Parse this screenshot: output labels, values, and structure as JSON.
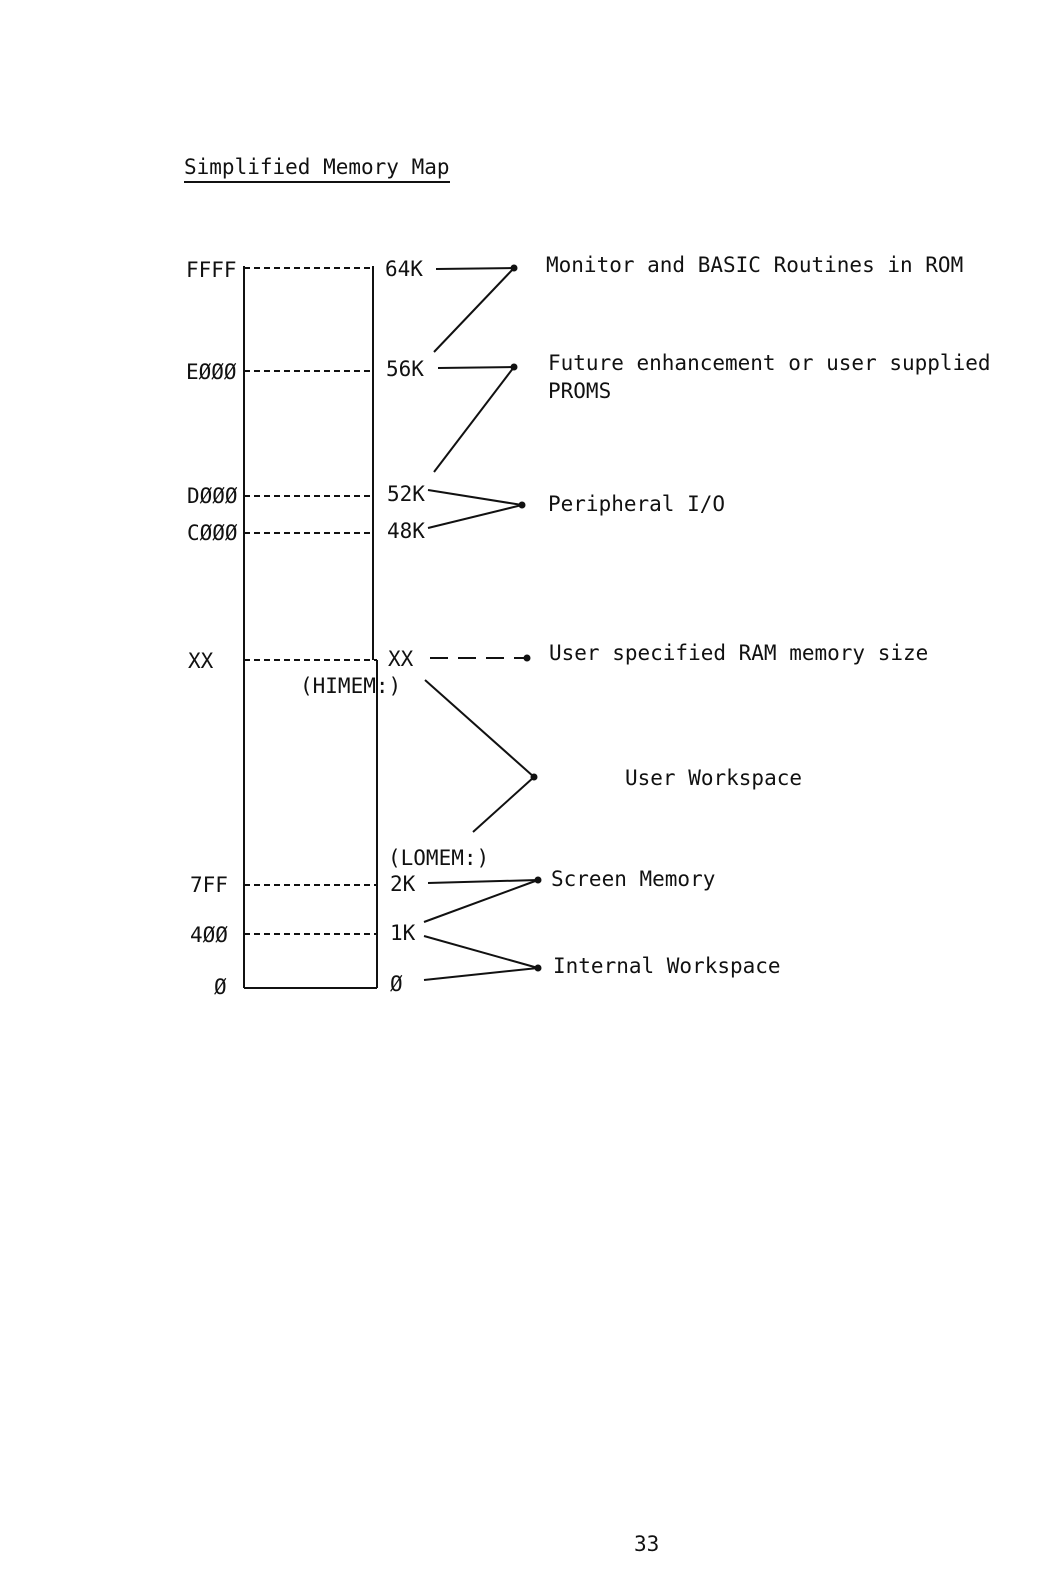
{
  "title": "Simplified Memory Map",
  "page_number": "33",
  "rows": [
    {
      "addr": "FFFF",
      "size": "64K"
    },
    {
      "addr": "EØØØ",
      "size": "56K"
    },
    {
      "addr": "DØØØ",
      "size": "52K"
    },
    {
      "addr": "CØØØ",
      "size": "48K"
    },
    {
      "addr": "XX",
      "size": "XX"
    },
    {
      "addr": "7FF",
      "size": "2K"
    },
    {
      "addr": "4ØØ",
      "size": "1K"
    },
    {
      "addr": "Ø",
      "size": "Ø"
    }
  ],
  "markers": {
    "himem": "(HIMEM:)",
    "lomem": "(LOMEM:)"
  },
  "regions": {
    "rom": "Monitor and BASIC Routines in ROM",
    "future_line1": "Future enhancement or user supplied",
    "future_line2": "PROMS",
    "peripheral": "Peripheral I/O",
    "ram_size": "User specified RAM memory size",
    "user_workspace": "User Workspace",
    "screen": "Screen Memory",
    "internal": "Internal Workspace"
  }
}
